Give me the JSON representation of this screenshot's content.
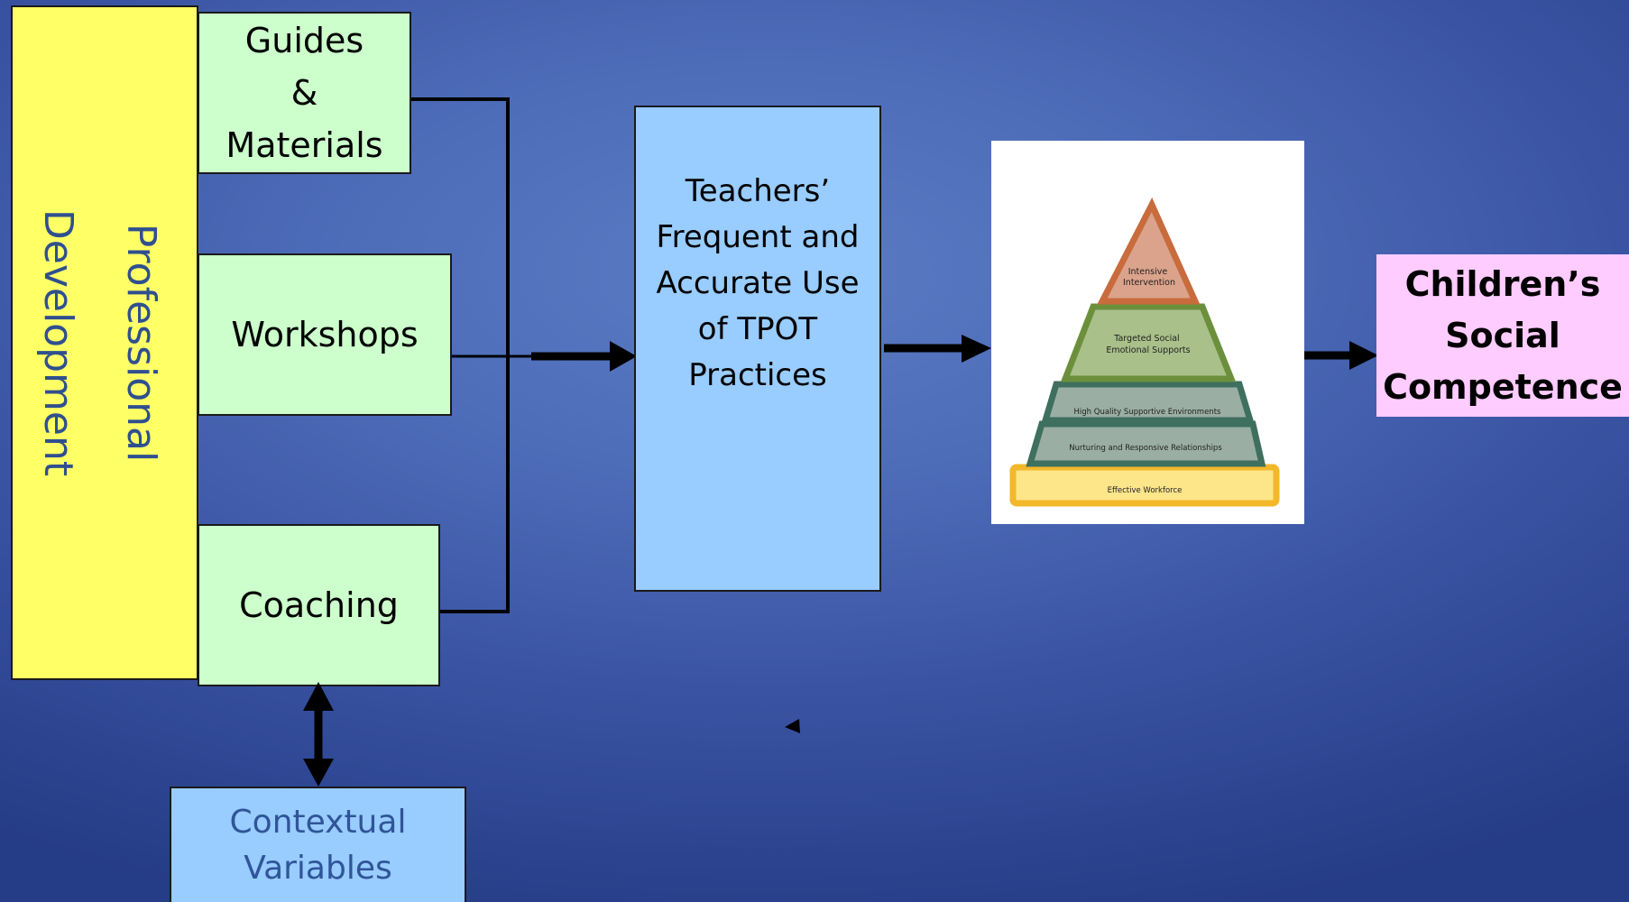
{
  "professional_development": {
    "label": "Professional\nDevelopment"
  },
  "components": {
    "guides": "Guides\n&\nMaterials",
    "workshops": "Workshops",
    "coaching": "Coaching"
  },
  "teachers_practice": "Teachers’\nFrequent and\nAccurate Use\nof TPOT\nPractices",
  "pyramid": {
    "levels": [
      "Intensive\nIntervention",
      "Targeted Social\nEmotional Supports",
      "High Quality Supportive Environments",
      "Nurturing and Responsive Relationships",
      "Effective Workforce"
    ],
    "colors": {
      "top": "#dba38b",
      "top_border": "#c86b3d",
      "middle": "#a9c08a",
      "middle_border": "#6c8f3c",
      "base": "#9aaea4",
      "base_border": "#3f6f5e",
      "workforce": "#fde58a",
      "workforce_border": "#f3b82a"
    }
  },
  "outcome": "Children’s\nSocial\nCompetence",
  "contextual_variables": "Contextual\nVariables",
  "colors": {
    "background": "#4e6db9",
    "professional_development": "#ffff66",
    "components": "#ccffcc",
    "teachers_practice": "#99ccff",
    "outcome": "#ffccff",
    "contextual": "#99ccff"
  }
}
